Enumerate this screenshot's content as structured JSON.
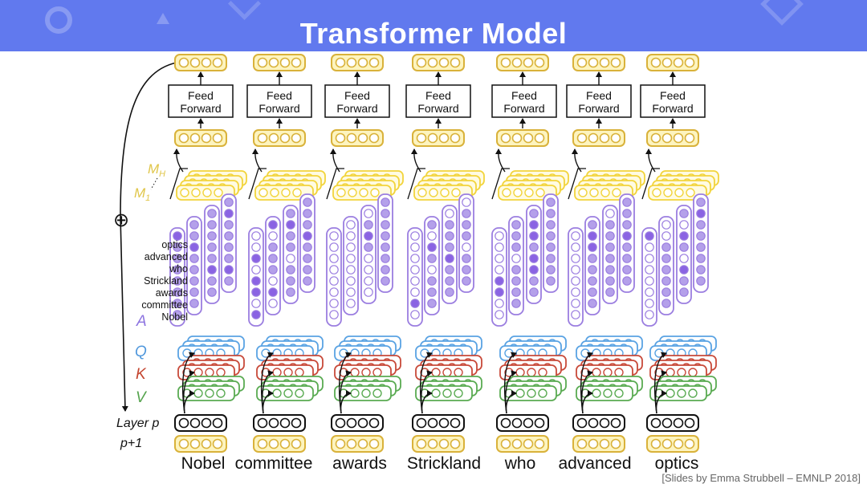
{
  "title": "Transformer Model",
  "credit": "[Slides by Emma Strubbell – EMNLP 2018]",
  "tokens": [
    "Nobel",
    "committee",
    "awards",
    "Strickland",
    "who",
    "advanced",
    "optics"
  ],
  "attention_rows": [
    "optics",
    "advanced",
    "who",
    "Strickland",
    "awards",
    "committee",
    "Nobel"
  ],
  "feed_forward": [
    "Feed",
    "Forward"
  ],
  "labels": {
    "a": "A",
    "q": "Q",
    "k": "K",
    "v": "V",
    "m_h": "M",
    "m_h_sub": "H",
    "m_1": "M",
    "m_1_sub": "1",
    "layer_p": "Layer p",
    "layer_p1": "p+1",
    "plus": "⊕"
  },
  "colors": {
    "header": "#6179ee",
    "gold": "#d9b23a",
    "gold_fill": "#fdf4bf",
    "yellow": "#f2d43c",
    "purple": "#9b7ee0",
    "purple_light": "#d9cff5",
    "purple_mid": "#b4a0ea",
    "purple_dark": "#8a63e3",
    "q_blue": "#5aa3e3",
    "k_red": "#c84a3a",
    "v_green": "#5aab52",
    "black": "#111111"
  }
}
